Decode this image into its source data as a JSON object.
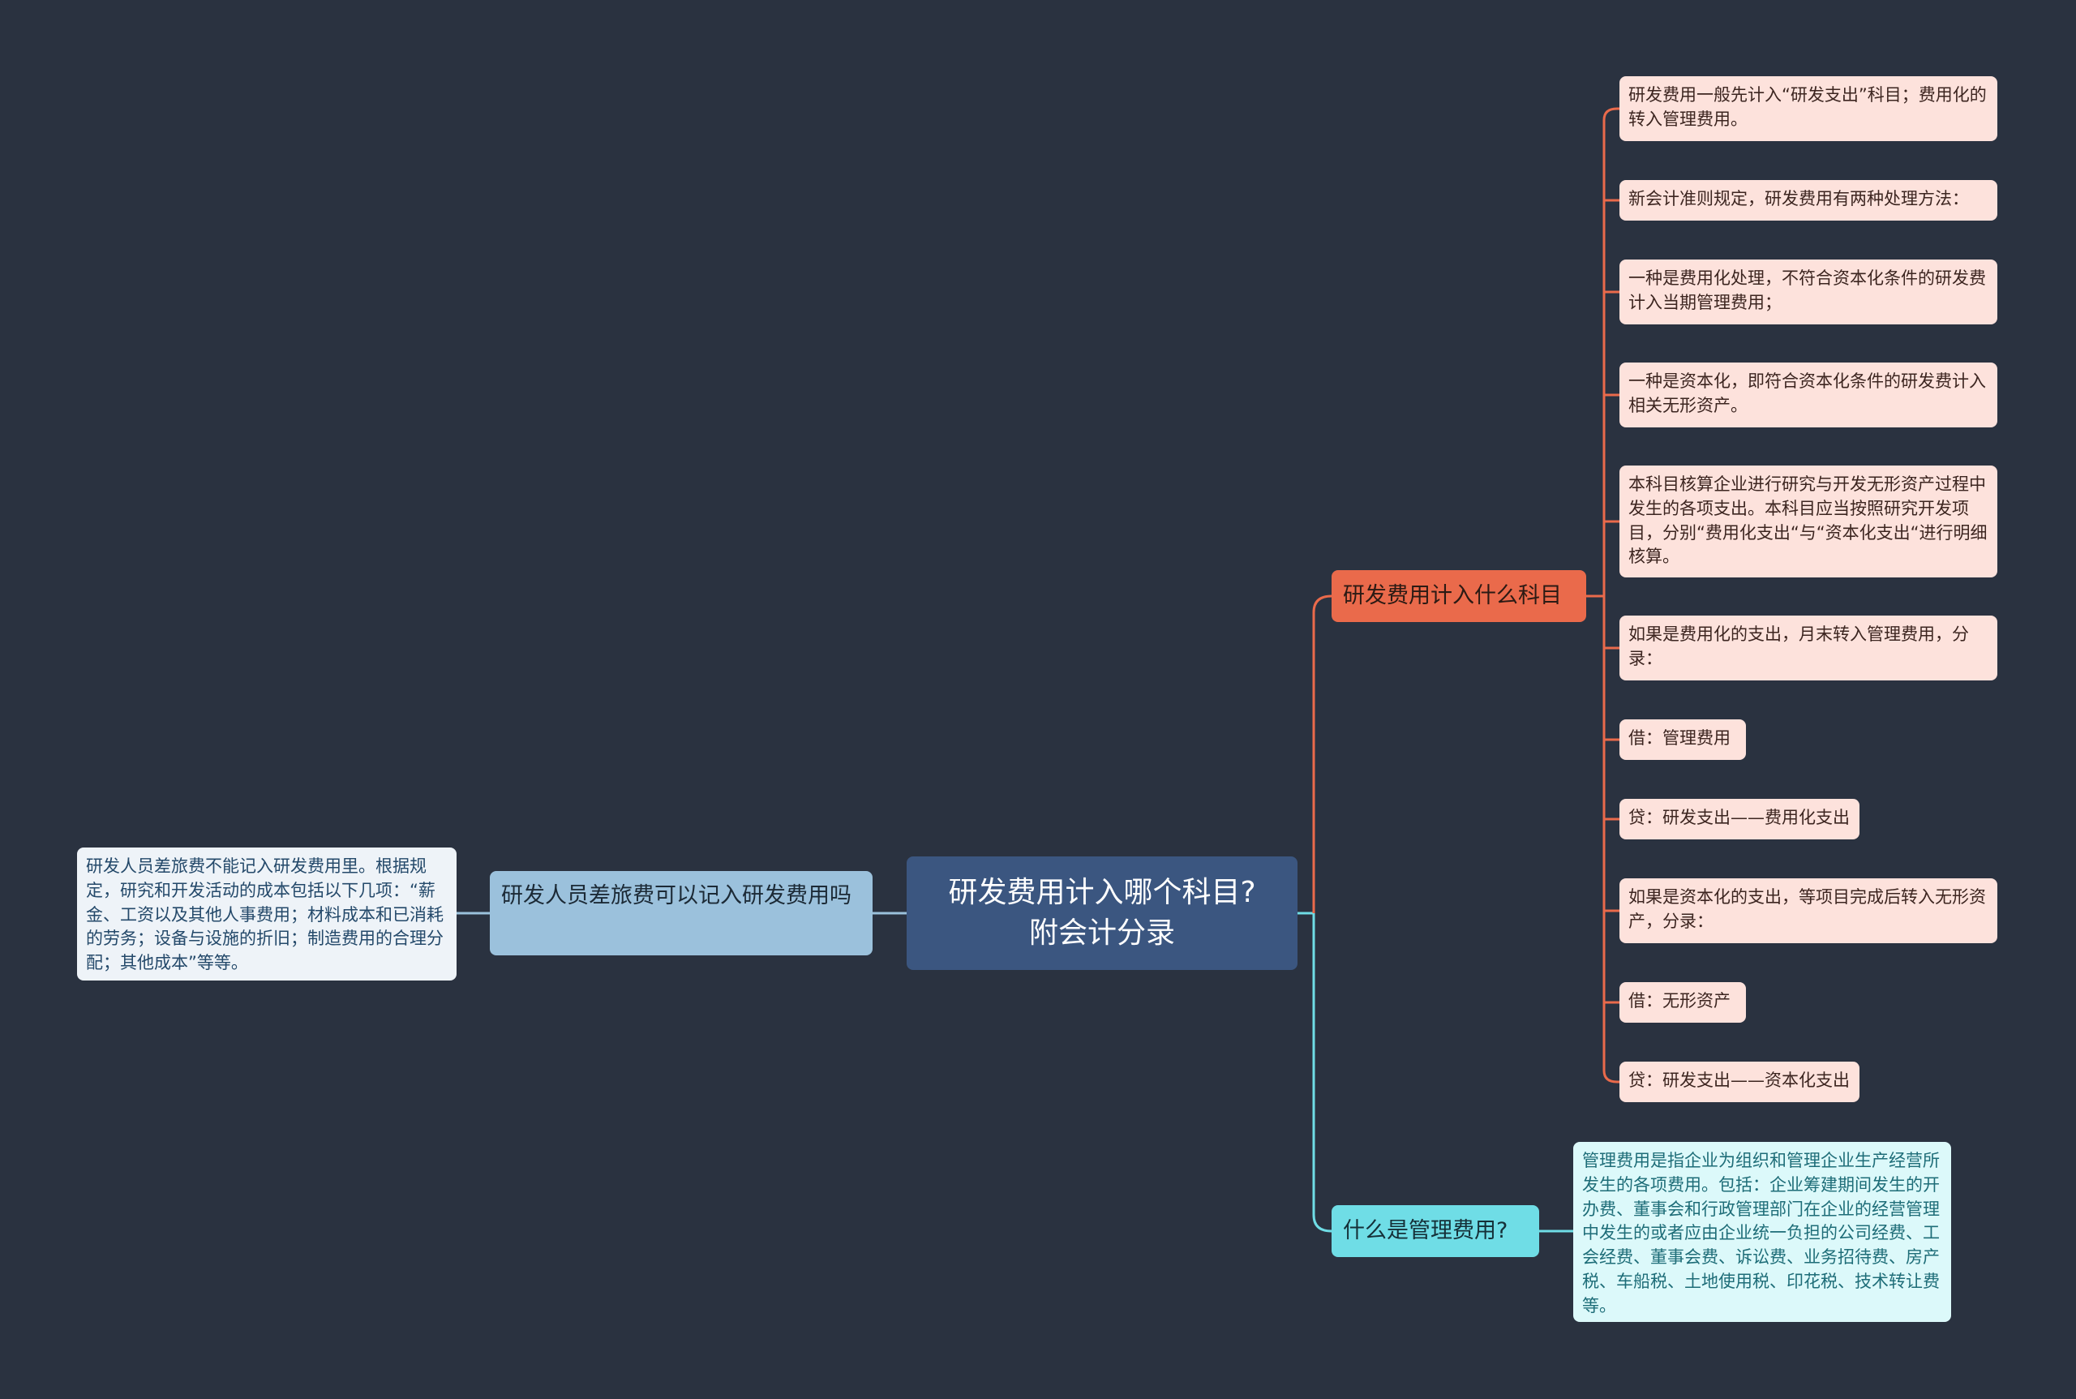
{
  "root": {
    "line1": "研发费用计入哪个科目?",
    "line2": "附会计分录"
  },
  "branch_accounts": {
    "label": "研发费用计入什么科目",
    "leaves": [
      "研发费用一般先计入“研发支出”科目；费用化的转入管理费用。",
      "新会计准则规定，研发费用有两种处理方法：",
      "一种是费用化处理，不符合资本化条件的研发费计入当期管理费用；",
      "一种是资本化，即符合资本化条件的研发费计入相关无形资产。",
      "本科目核算企业进行研究与开发无形资产过程中发生的各项支出。本科目应当按照研究开发项目，分别“费用化支出“与“资本化支出“进行明细核算。",
      "如果是费用化的支出，月末转入管理费用，分录：",
      "借：管理费用",
      "贷：研发支出——费用化支出",
      "如果是资本化的支出，等项目完成后转入无形资产，分录：",
      "借：无形资产",
      "贷：研发支出——资本化支出"
    ]
  },
  "branch_admin": {
    "label": "什么是管理费用?",
    "leaf": "管理费用是指企业为组织和管理企业生产经营所发生的各项费用。包括：企业筹建期间发生的开办费、董事会和行政管理部门在企业的经营管理中发生的或者应由企业统一负担的公司经费、工会经费、董事会费、诉讼费、业务招待费、房产税、车船税、土地使用税、印花税、技术转让费等。"
  },
  "branch_travel": {
    "label": "研发人员差旅费可以记入研发费用吗",
    "leaf": "研发人员差旅费不能记入研发费用里。根据规定，研究和开发活动的成本包括以下几项：“薪金、工资以及其他人事费用；材料成本和已消耗的劳务；设备与设施的折旧；制造费用的合理分配；其他成本”等等。"
  },
  "colors": {
    "background": "#2a3240",
    "root": "#3b5680",
    "accounts_branch": "#ea6a4b",
    "accounts_leaf": "#fde2dc",
    "admin_branch": "#6fdde6",
    "admin_leaf": "#dcf9fa",
    "travel_branch": "#9bc1dc",
    "travel_leaf": "#eef3f8"
  }
}
